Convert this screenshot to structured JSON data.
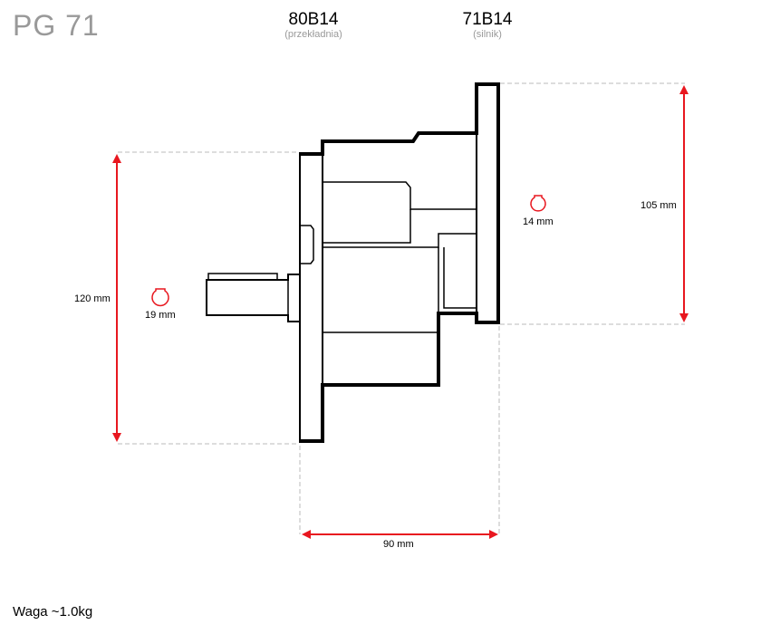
{
  "header": {
    "model": "PG 71",
    "gear_flange": {
      "code": "80B14",
      "note": "(przekładnia)"
    },
    "motor_flange": {
      "code": "71B14",
      "note": "(silnik)"
    }
  },
  "dimensions": {
    "height_left": "120 mm",
    "height_right": "105 mm",
    "length": "90 mm",
    "shaft_output": "19 mm",
    "shaft_input": "14 mm"
  },
  "footer": {
    "weight": "Waga ~1.0kg"
  },
  "colors": {
    "dimension": "#e8171f",
    "guide": "#bbbbbb",
    "outline": "#000000",
    "title_gray": "#999999"
  }
}
